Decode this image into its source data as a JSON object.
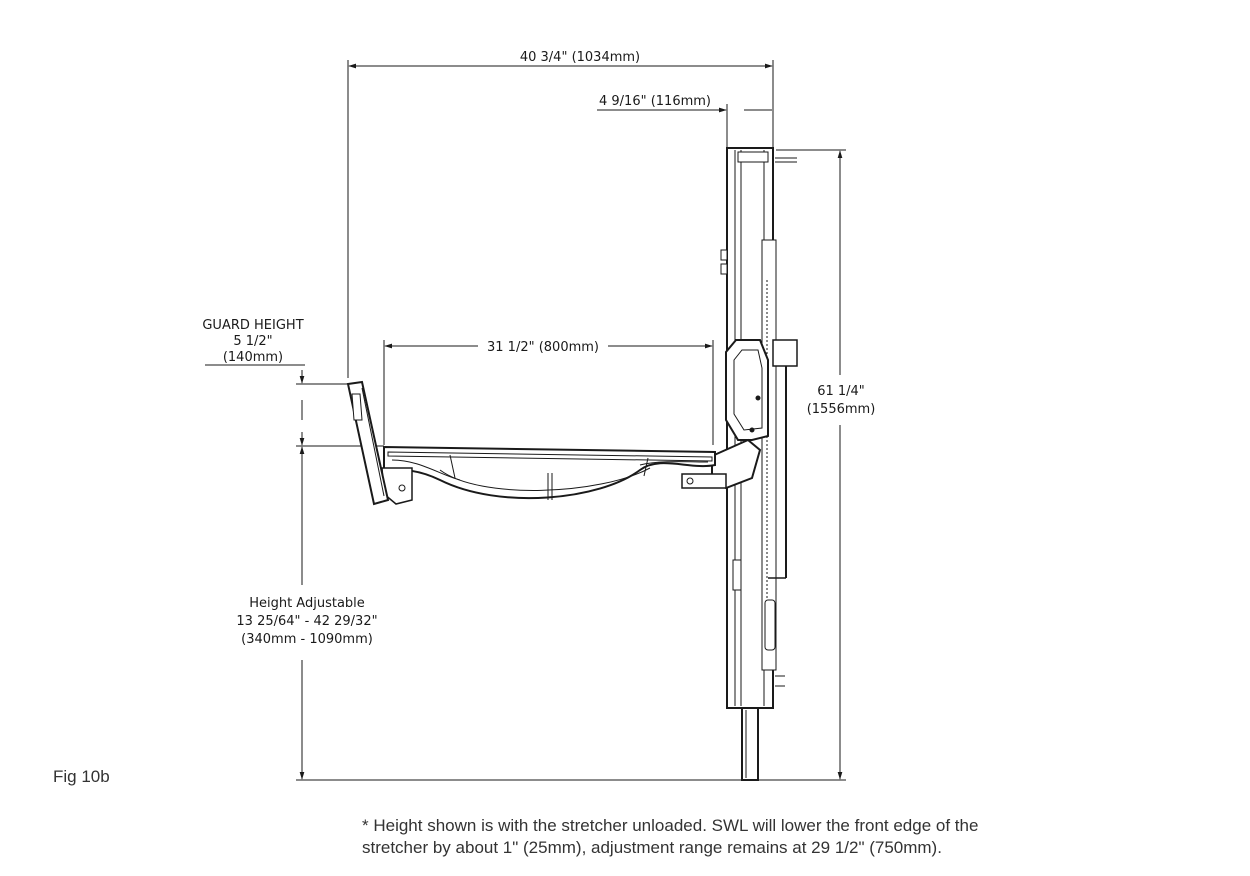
{
  "dimensions": {
    "overall_width": "40 3/4\" (1034mm)",
    "wall_depth": "4 9/16\" (116mm)",
    "stretcher_length": "31 1/2\" (800mm)",
    "guard_height": [
      "GUARD HEIGHT",
      "5 1/2\"",
      "(140mm)"
    ],
    "overall_height": [
      "61 1/4\"",
      "(1556mm)"
    ],
    "height_adjustable": [
      "Height Adjustable",
      "13 25/64\" - 42 29/32\"",
      "(340mm - 1090mm)"
    ]
  },
  "figure_label": "Fig 10b",
  "footnote": {
    "line1": "* Height shown is with the stretcher unloaded. SWL will lower the front edge of the",
    "line2": "stretcher by about 1\" (25mm), adjustment range remains at 29 1/2\" (750mm)."
  },
  "colors": {
    "line": "#1a1a1a",
    "fill": "#ffffff"
  }
}
